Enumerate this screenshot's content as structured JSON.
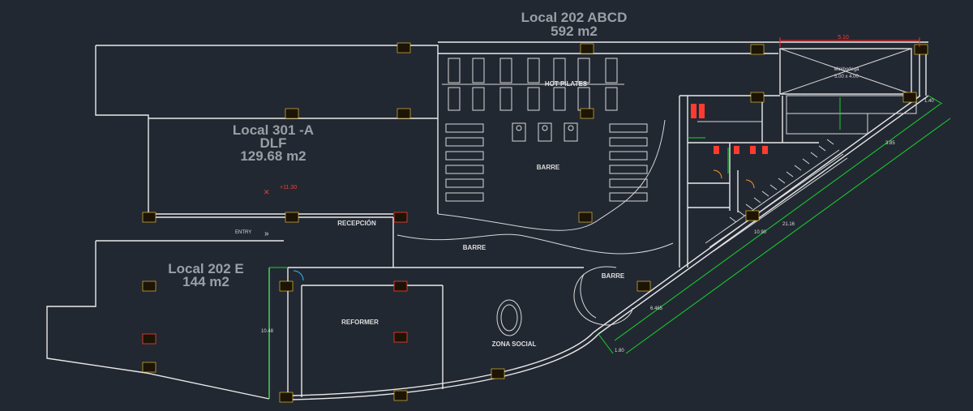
{
  "plan": {
    "local_202_abcd": {
      "title": "Local  202 ABCD",
      "area": "592  m2"
    },
    "local_301a": {
      "title": "Local  301 -A",
      "subtitle": "DLF",
      "area": "129.68 m2",
      "level": "+11.30"
    },
    "local_202e": {
      "title": "Local 202 E",
      "area": "144 m2"
    },
    "rooms": {
      "hot_pilates": "HOT PILATES",
      "barre_1": "BARRE",
      "barre_2": "BARRE",
      "barre_3": "BARRE",
      "recepcion": "RECEPCIÓN",
      "reformer": "REFORMER",
      "zona_social": "ZONA SOCIAL",
      "entry": "ENTRY",
      "mini_bodega": "Minibodega",
      "mini_bodega_size": "5.00 x 4.00"
    },
    "dimensions": {
      "top_red": "5.10",
      "diag_long": "21.16",
      "diag_small": "3.85",
      "diag_right": "1.40",
      "side_left": "10.48",
      "lower_diag": "6.465",
      "lower_small": "1.80",
      "inner_diag": "10.90"
    }
  }
}
